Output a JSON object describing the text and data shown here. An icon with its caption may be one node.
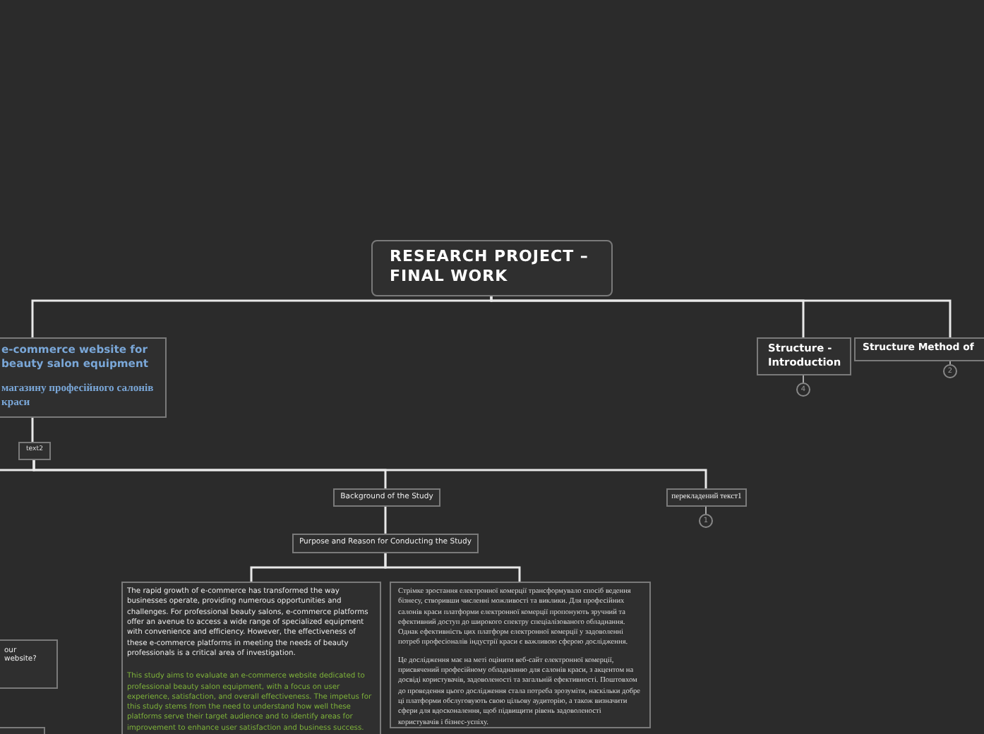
{
  "diagram": {
    "nodes": [
      {
        "text": [
          "RESEARCH PROJECT – FINAL WORK"
        ]
      },
      {
        "text": [
          "e-commerce website for beauty salon equipment",
          "магазину професійного салонів краси"
        ]
      },
      {
        "text": [
          "Structure - Introduction"
        ],
        "beside": [
          "4"
        ]
      },
      {
        "text": [
          "Structure Method of"
        ],
        "beside": [
          "2"
        ]
      },
      {
        "text": [
          "text2"
        ]
      },
      {
        "text": [
          "Background of the Study"
        ]
      },
      {
        "text": [
          "перекладений текст1"
        ],
        "beside": [
          "1"
        ]
      },
      {
        "text": [
          "Purpose and Reason for Conducting the Study"
        ]
      },
      {
        "text": [
          "The rapid growth of e-commerce has transformed the way businesses operate, providing numerous opportunities and challenges. For professional beauty salons, e-commerce platforms offer an avenue to access a wide range of specialized equipment with convenience and efficiency. However, the effectiveness of these e-commerce platforms in meeting the needs of beauty professionals is a critical area of investigation.",
          "This study aims to evaluate an e-commerce website dedicated to professional beauty salon equipment, with a focus on user experience, satisfaction, and overall effectiveness. The impetus for this study stems from the need to understand how well these platforms serve their target audience and to identify areas for improvement to enhance user satisfaction and business success."
        ]
      },
      {
        "text": [
          "Стрімке зростання електронної комерції трансформувало спосіб ведення бізнесу, створивши численні можливості та виклики. Для професійних салонів краси платформи електронної комерції пропонують зручний та ефективний доступ до широкого спектру спеціалізованого обладнання. Однак ефективність цих платформ електронної комерції у задоволенні потреб професіоналів індустрії краси є важливою сферою дослідження.",
          "Це дослідження має на меті оцінити веб-сайт електронної комерції, присвячений професійному обладнанню для салонів краси, з акцентом на досвіді користувачів, задоволеності та загальній ефективності. Поштовхом до проведення цього дослідження стала потреба зрозуміти, наскільки добре ці платформи обслуговують свою цільову аудиторію, а також визначити сфери для вдосконалення, щоб підвищити рівень задоволеності користувачів і бізнес-успіху."
        ]
      },
      {
        "text": [
          "our website?"
        ]
      },
      {
        "text": [],
        "shape": "box"
      }
    ],
    "edges": [
      {
        "from": 0,
        "to": 1,
        "arrow": "none"
      },
      {
        "from": 0,
        "to": 2,
        "arrow": "none"
      },
      {
        "from": 0,
        "to": 3,
        "arrow": "none"
      },
      {
        "from": 1,
        "to": 4,
        "arrow": "none"
      },
      {
        "from": 4,
        "to": 5,
        "arrow": "none"
      },
      {
        "from": 4,
        "to": 6,
        "arrow": "none"
      },
      {
        "from": 4,
        "to": null,
        "arrow": "none"
      },
      {
        "from": 5,
        "to": 7,
        "arrow": "none"
      },
      {
        "from": 7,
        "to": 8,
        "arrow": "none"
      },
      {
        "from": 7,
        "to": 9,
        "arrow": "none"
      }
    ]
  }
}
